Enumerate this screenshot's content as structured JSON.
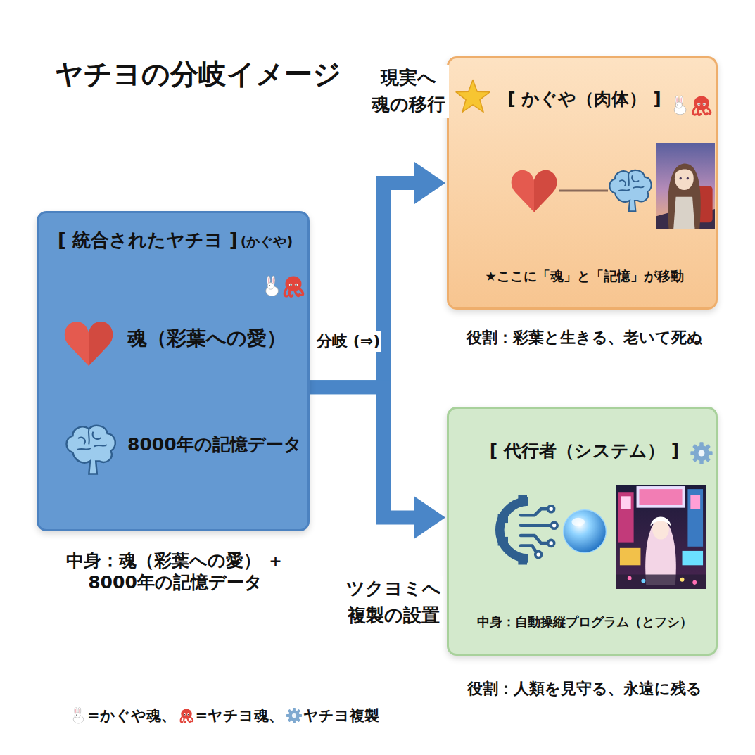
{
  "diagram": {
    "title": "ヤチヨの分岐イメージ",
    "nodes": [
      {
        "text": [
          "[ 統合されたヤチヨ ]",
          "(かぐや)",
          "魂（彩葉への愛）",
          "8000年の記憶データ",
          "中身：魂（彩葉への愛） ＋ 8000年の記憶データ"
        ]
      },
      {
        "text": [
          "[ かぐや（肉体） ]",
          "★ここに「魂」と「記憶」が移動",
          "役割：彩葉と生きる、老いて死ぬ"
        ]
      },
      {
        "text": [
          "[ 代行者（システム） ]",
          "中身：自動操縦プログラム（とフシ）",
          "役割：人類を見守る、永遠に残る"
        ]
      }
    ],
    "edges": [
      {
        "from": 0,
        "to": 1,
        "arrow": "to",
        "label": "現実へ 魂の移行"
      },
      {
        "from": 0,
        "to": 2,
        "arrow": "to",
        "label": "ツクヨミへ 複製の設置"
      }
    ],
    "labels": [
      "分岐 (⇒)"
    ],
    "legend": [
      {
        "text": "=かぐや魂、"
      },
      {
        "text": "=ヤチヨ魂、"
      },
      {
        "text": "ヤチヨ複製"
      }
    ]
  }
}
